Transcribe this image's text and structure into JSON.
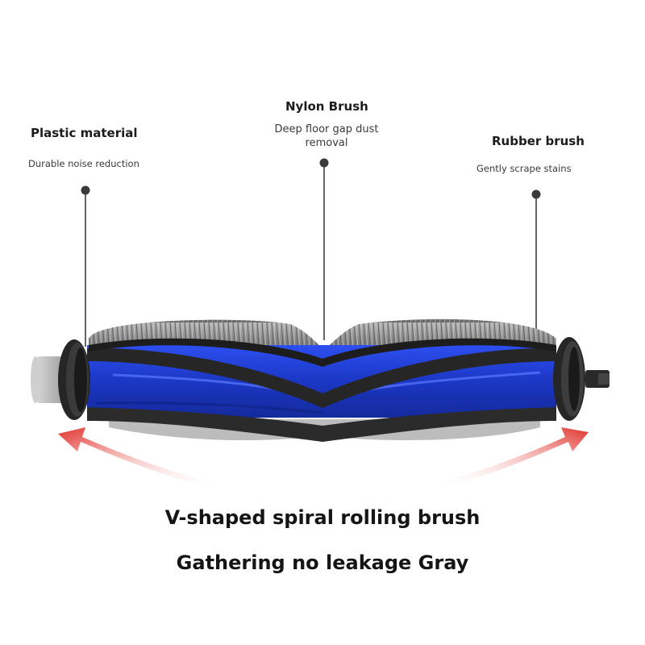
{
  "callouts": {
    "plastic": {
      "title": "Plastic material",
      "description": "Durable noise reduction"
    },
    "nylon": {
      "title": "Nylon Brush",
      "description_line1": "Deep floor gap dust",
      "description_line2": "removal"
    },
    "rubber": {
      "title": "Rubber brush",
      "description": "Gently scrape stains"
    }
  },
  "captions": {
    "line1": "V-shaped spiral rolling brush",
    "line2": "Gathering no leakage Gray"
  },
  "colors": {
    "blue": "#1f3fd1",
    "rubber": "#2a2a2a",
    "bristle": "#8d8d8d",
    "arrow": "#e0302a"
  }
}
